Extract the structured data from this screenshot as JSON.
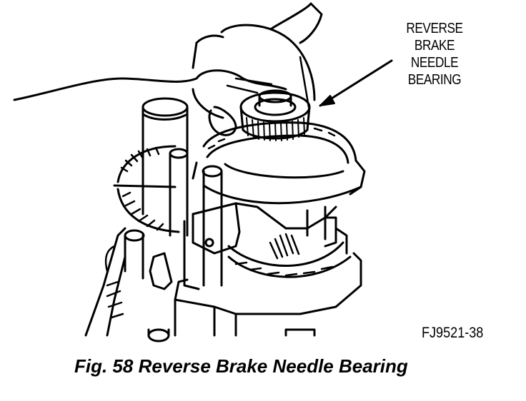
{
  "callout": {
    "line1": "REVERSE",
    "line2": "BRAKE",
    "line3": "NEEDLE",
    "line4": "BEARING"
  },
  "figure_code": "FJ9521-38",
  "caption": "Fig. 58 Reverse Brake Needle Bearing"
}
